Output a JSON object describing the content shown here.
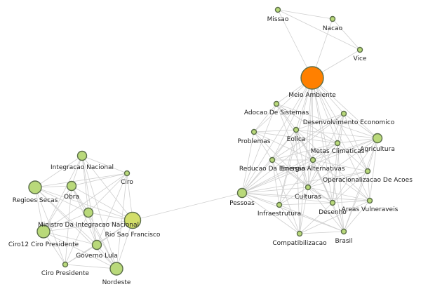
{
  "graph": {
    "node_color": "#b9d97a",
    "node_color_mid": "#d2de6a",
    "hub_color": "#ff8000",
    "edge_color": "#cfcfcf",
    "nodes": [
      {
        "id": "missao",
        "label": "Missao",
        "tier": 1
      },
      {
        "id": "nacao",
        "label": "Nacao",
        "tier": 1
      },
      {
        "id": "vice",
        "label": "Vice",
        "tier": 1
      },
      {
        "id": "meio_ambiente",
        "label": "Meio Ambiente",
        "tier": 5
      },
      {
        "id": "adocao_de_sistemas",
        "label": "Adocao De Sistemas",
        "tier": 1
      },
      {
        "id": "desenvolvimento_economico",
        "label": "Desenvolvimento Economico",
        "tier": 1
      },
      {
        "id": "eolica",
        "label": "Eolica",
        "tier": 1
      },
      {
        "id": "problemas",
        "label": "Problemas",
        "tier": 1
      },
      {
        "id": "agricultura",
        "label": "Agricultura",
        "tier": 2
      },
      {
        "id": "metas_climaticas",
        "label": "Metas Climaticas",
        "tier": 1
      },
      {
        "id": "reducao_da_emissao",
        "label": "Reducao Da Emissao",
        "tier": 1
      },
      {
        "id": "energia_alternativas",
        "label": "Energia Alternativas",
        "tier": 1
      },
      {
        "id": "operacionalizacao_de_acoes",
        "label": "Operacionalizacao De Acoes",
        "tier": 1
      },
      {
        "id": "culturas",
        "label": "Culturas",
        "tier": 1
      },
      {
        "id": "pessoas",
        "label": "Pessoas",
        "tier": 2
      },
      {
        "id": "infraestrutura",
        "label": "Infraestrutura",
        "tier": 1
      },
      {
        "id": "desenho",
        "label": "Desenho",
        "tier": 1
      },
      {
        "id": "areas_vulneraveis",
        "label": "Areas Vulneraveis",
        "tier": 1
      },
      {
        "id": "compatibilizacao",
        "label": "Compatibilizacao",
        "tier": 1
      },
      {
        "id": "brasil",
        "label": "Brasil",
        "tier": 1
      },
      {
        "id": "integracao_nacional",
        "label": "Integracao Nacional",
        "tier": 2
      },
      {
        "id": "ciro",
        "label": "Ciro",
        "tier": 1
      },
      {
        "id": "regioes_secas",
        "label": "Regioes Secas",
        "tier": 3
      },
      {
        "id": "obra",
        "label": "Obra",
        "tier": 2
      },
      {
        "id": "ministro",
        "label": "Ministro Da Integracao Nacional",
        "tier": 2
      },
      {
        "id": "rio_sao_francisco",
        "label": "Rio Sao Francisco",
        "tier": 4
      },
      {
        "id": "ciro12",
        "label": "Ciro12 Ciro Presidente",
        "tier": 3
      },
      {
        "id": "governo_lula",
        "label": "Governo Lula",
        "tier": 2
      },
      {
        "id": "ciro_presidente",
        "label": "Ciro Presidente",
        "tier": 1
      },
      {
        "id": "nordeste",
        "label": "Nordeste",
        "tier": 3
      }
    ]
  }
}
